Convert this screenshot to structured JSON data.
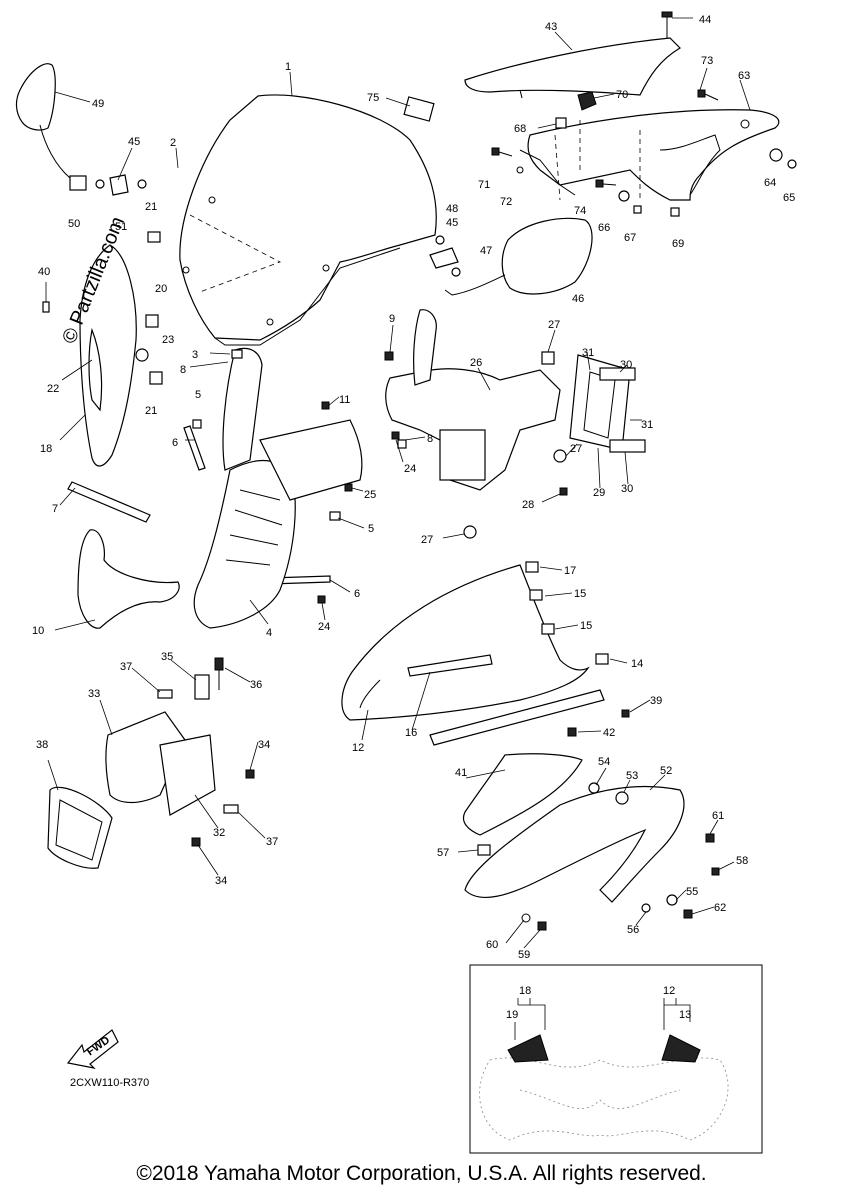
{
  "watermark": "© Partzilla.com",
  "diagram_code": "2CXW110-R370",
  "fwd_label": "FWD",
  "copyright": "©2018 Yamaha Motor Corporation, U.S.A. All rights reserved.",
  "callouts": [
    {
      "id": "c1",
      "label": "1"
    },
    {
      "id": "c2",
      "label": "2"
    },
    {
      "id": "c3",
      "label": "3"
    },
    {
      "id": "c4",
      "label": "4"
    },
    {
      "id": "c5a",
      "label": "5"
    },
    {
      "id": "c5b",
      "label": "5"
    },
    {
      "id": "c6a",
      "label": "6"
    },
    {
      "id": "c6b",
      "label": "6"
    },
    {
      "id": "c7",
      "label": "7"
    },
    {
      "id": "c8a",
      "label": "8"
    },
    {
      "id": "c8b",
      "label": "8"
    },
    {
      "id": "c9",
      "label": "9"
    },
    {
      "id": "c10",
      "label": "10"
    },
    {
      "id": "c11",
      "label": "11"
    },
    {
      "id": "c12",
      "label": "12"
    },
    {
      "id": "c14",
      "label": "14"
    },
    {
      "id": "c15a",
      "label": "15"
    },
    {
      "id": "c15b",
      "label": "15"
    },
    {
      "id": "c16",
      "label": "16"
    },
    {
      "id": "c17",
      "label": "17"
    },
    {
      "id": "c18",
      "label": "18"
    },
    {
      "id": "c20",
      "label": "20"
    },
    {
      "id": "c21a",
      "label": "21"
    },
    {
      "id": "c21b",
      "label": "21"
    },
    {
      "id": "c22",
      "label": "22"
    },
    {
      "id": "c23",
      "label": "23"
    },
    {
      "id": "c24a",
      "label": "24"
    },
    {
      "id": "c24b",
      "label": "24"
    },
    {
      "id": "c25",
      "label": "25"
    },
    {
      "id": "c26",
      "label": "26"
    },
    {
      "id": "c27a",
      "label": "27"
    },
    {
      "id": "c27b",
      "label": "27"
    },
    {
      "id": "c27c",
      "label": "27"
    },
    {
      "id": "c28",
      "label": "28"
    },
    {
      "id": "c29",
      "label": "29"
    },
    {
      "id": "c30a",
      "label": "30"
    },
    {
      "id": "c30b",
      "label": "30"
    },
    {
      "id": "c31a",
      "label": "31"
    },
    {
      "id": "c31b",
      "label": "31"
    },
    {
      "id": "c32",
      "label": "32"
    },
    {
      "id": "c33",
      "label": "33"
    },
    {
      "id": "c34a",
      "label": "34"
    },
    {
      "id": "c34b",
      "label": "34"
    },
    {
      "id": "c35",
      "label": "35"
    },
    {
      "id": "c36",
      "label": "36"
    },
    {
      "id": "c37a",
      "label": "37"
    },
    {
      "id": "c37b",
      "label": "37"
    },
    {
      "id": "c38",
      "label": "38"
    },
    {
      "id": "c39",
      "label": "39"
    },
    {
      "id": "c40",
      "label": "40"
    },
    {
      "id": "c41",
      "label": "41"
    },
    {
      "id": "c42",
      "label": "42"
    },
    {
      "id": "c43",
      "label": "43"
    },
    {
      "id": "c44",
      "label": "44"
    },
    {
      "id": "c45a",
      "label": "45"
    },
    {
      "id": "c45b",
      "label": "45"
    },
    {
      "id": "c46",
      "label": "46"
    },
    {
      "id": "c47",
      "label": "47"
    },
    {
      "id": "c48",
      "label": "48"
    },
    {
      "id": "c49",
      "label": "49"
    },
    {
      "id": "c50",
      "label": "50"
    },
    {
      "id": "c51",
      "label": "51"
    },
    {
      "id": "c52",
      "label": "52"
    },
    {
      "id": "c53",
      "label": "53"
    },
    {
      "id": "c54",
      "label": "54"
    },
    {
      "id": "c55",
      "label": "55"
    },
    {
      "id": "c56",
      "label": "56"
    },
    {
      "id": "c57",
      "label": "57"
    },
    {
      "id": "c58",
      "label": "58"
    },
    {
      "id": "c59",
      "label": "59"
    },
    {
      "id": "c60",
      "label": "60"
    },
    {
      "id": "c61",
      "label": "61"
    },
    {
      "id": "c62",
      "label": "62"
    },
    {
      "id": "c63",
      "label": "63"
    },
    {
      "id": "c64",
      "label": "64"
    },
    {
      "id": "c65",
      "label": "65"
    },
    {
      "id": "c66",
      "label": "66"
    },
    {
      "id": "c67",
      "label": "67"
    },
    {
      "id": "c68",
      "label": "68"
    },
    {
      "id": "c69",
      "label": "69"
    },
    {
      "id": "c70",
      "label": "70"
    },
    {
      "id": "c71",
      "label": "71"
    },
    {
      "id": "c72",
      "label": "72"
    },
    {
      "id": "c73",
      "label": "73"
    },
    {
      "id": "c74",
      "label": "74"
    },
    {
      "id": "c75",
      "label": "75"
    }
  ],
  "inset_callouts": [
    {
      "id": "i18",
      "label": "18"
    },
    {
      "id": "i19",
      "label": "19"
    },
    {
      "id": "i12",
      "label": "12"
    },
    {
      "id": "i13",
      "label": "13"
    }
  ]
}
